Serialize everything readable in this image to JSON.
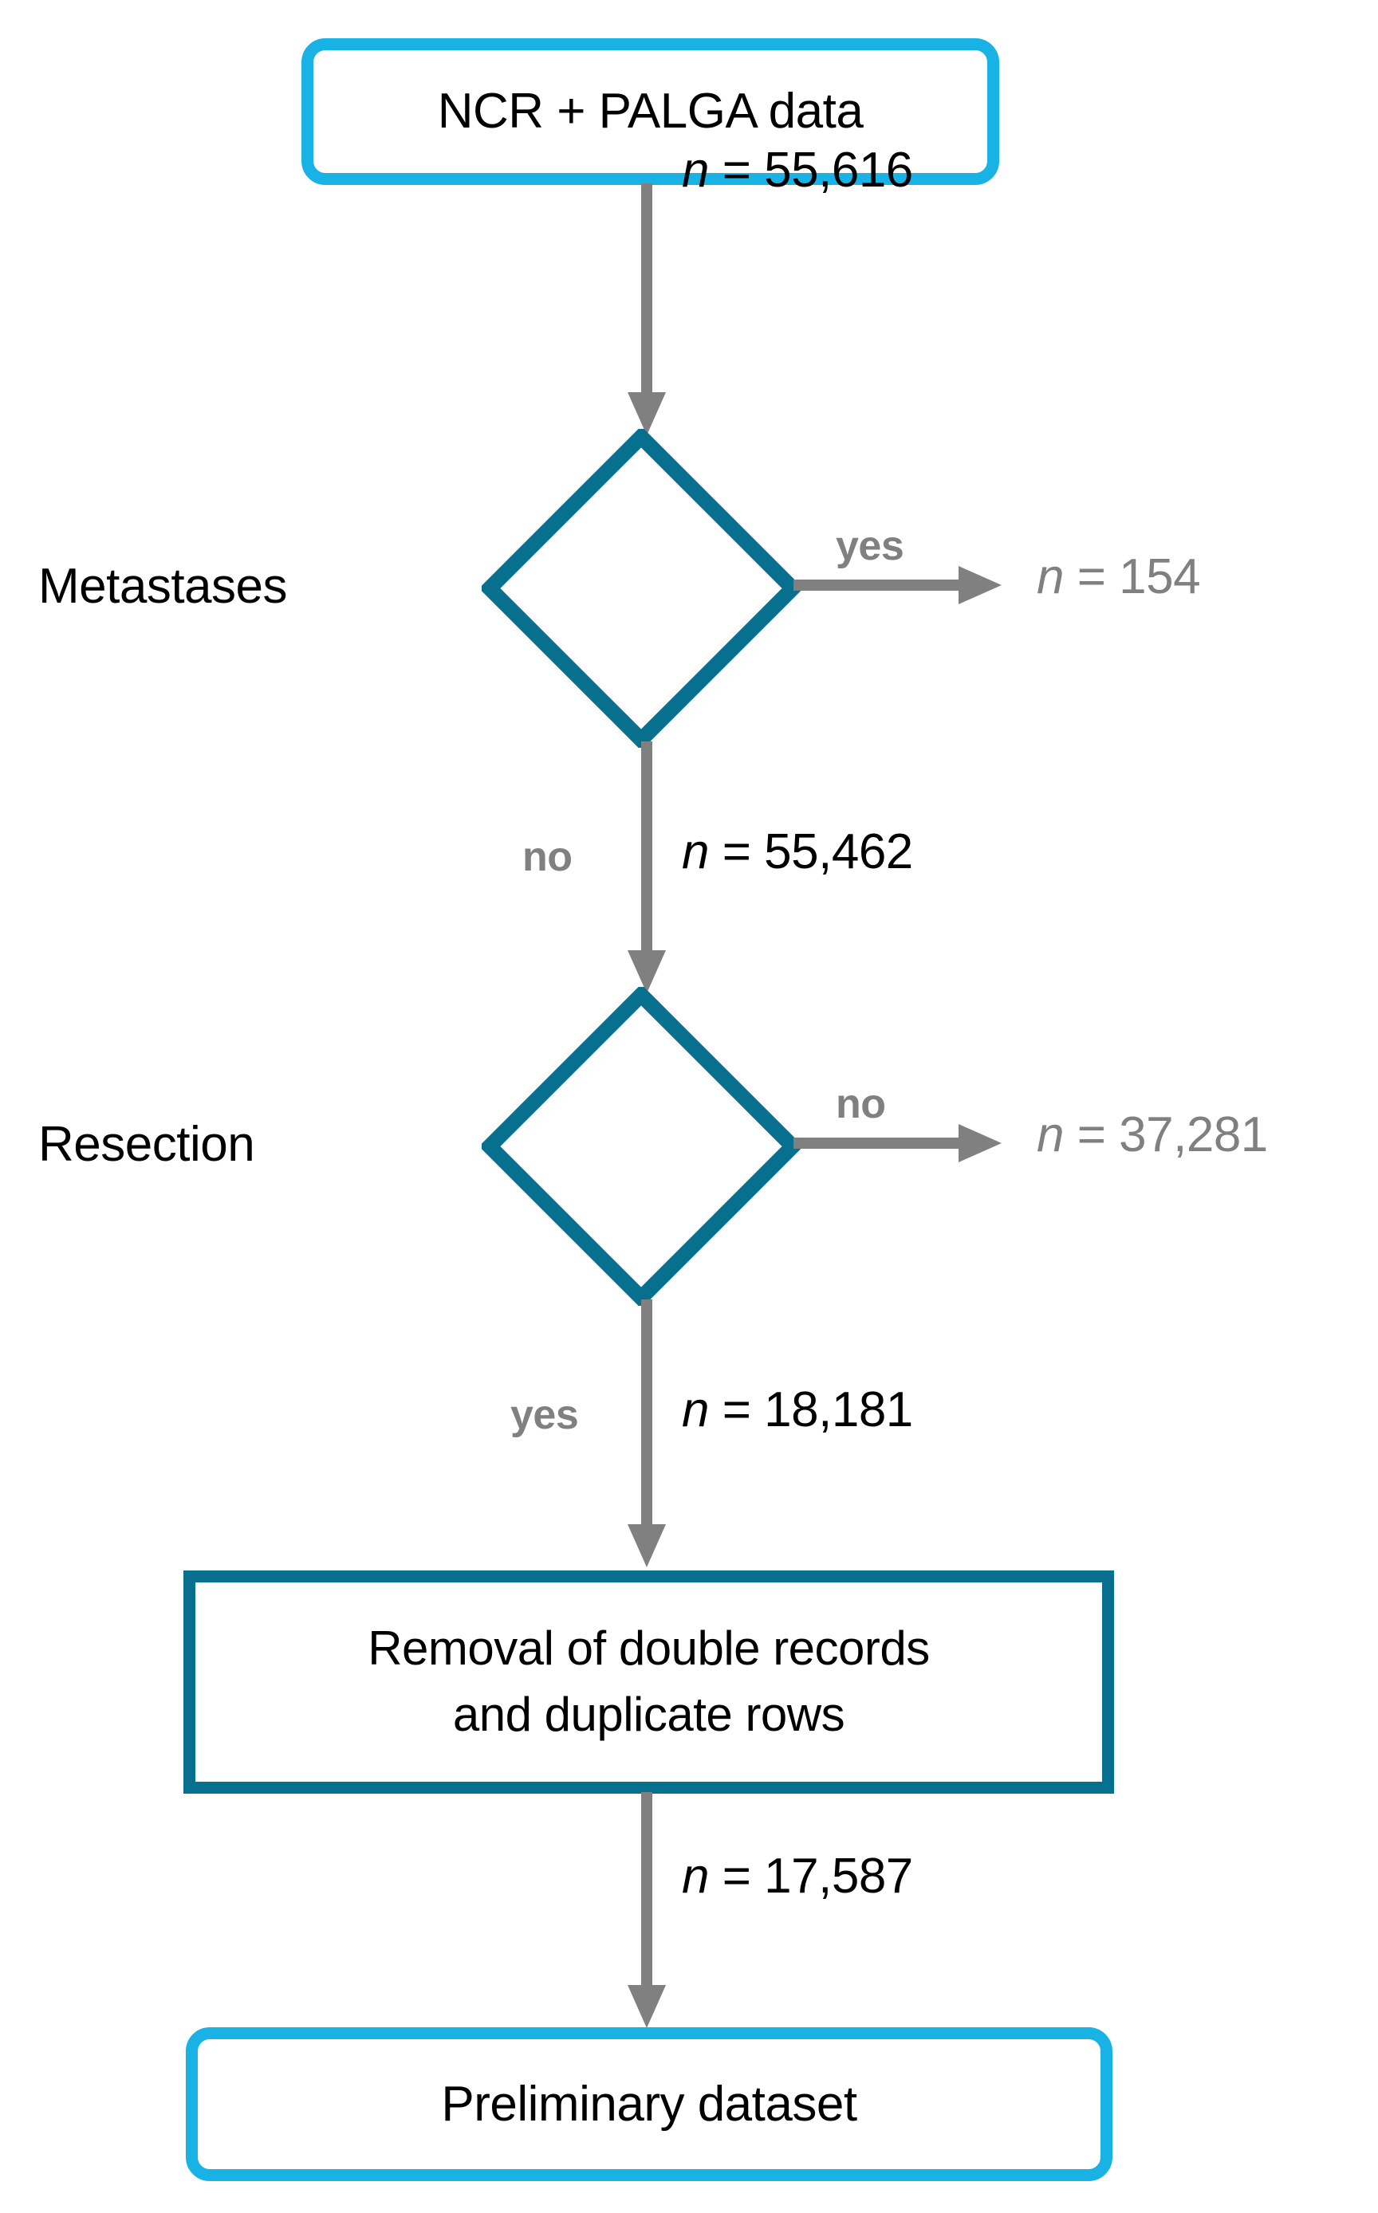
{
  "diagram": {
    "type": "flowchart",
    "title": "Data selection flowchart",
    "colors": {
      "terminator_border": "#19B2E5",
      "process_border": "#07708F",
      "decision_border": "#07708F",
      "connector": "#808080",
      "text_primary": "#000000",
      "text_muted": "#808080",
      "background": "#FFFFFF"
    },
    "nodes": {
      "start": {
        "label": "NCR + PALGA data",
        "shape": "rounded-rectangle"
      },
      "decision_metastases": {
        "label": "Metastases",
        "shape": "diamond"
      },
      "decision_resection": {
        "label": "Resection",
        "shape": "diamond"
      },
      "process_removal": {
        "line1": "Removal of double records",
        "line2": "and duplicate rows",
        "shape": "rectangle"
      },
      "end": {
        "label": "Preliminary dataset",
        "shape": "rounded-rectangle"
      }
    },
    "edges": {
      "start_to_metastases": {
        "n_prefix": "n",
        "n_equals": " = ",
        "n_value": "55,616"
      },
      "metastases_yes": {
        "branch_label": "yes",
        "n_prefix": "n",
        "n_equals": " = ",
        "n_value": "154",
        "muted": true
      },
      "metastases_no": {
        "branch_label": "no",
        "n_prefix": "n",
        "n_equals": " = ",
        "n_value": "55,462",
        "muted": false
      },
      "resection_no": {
        "branch_label": "no",
        "n_prefix": "n",
        "n_equals": " = ",
        "n_value": "37,281",
        "muted": true
      },
      "resection_yes": {
        "branch_label": "yes",
        "n_prefix": "n",
        "n_equals": " = ",
        "n_value": "18,181",
        "muted": false
      },
      "removal_to_end": {
        "n_prefix": "n",
        "n_equals": " = ",
        "n_value": "17,587"
      }
    }
  }
}
